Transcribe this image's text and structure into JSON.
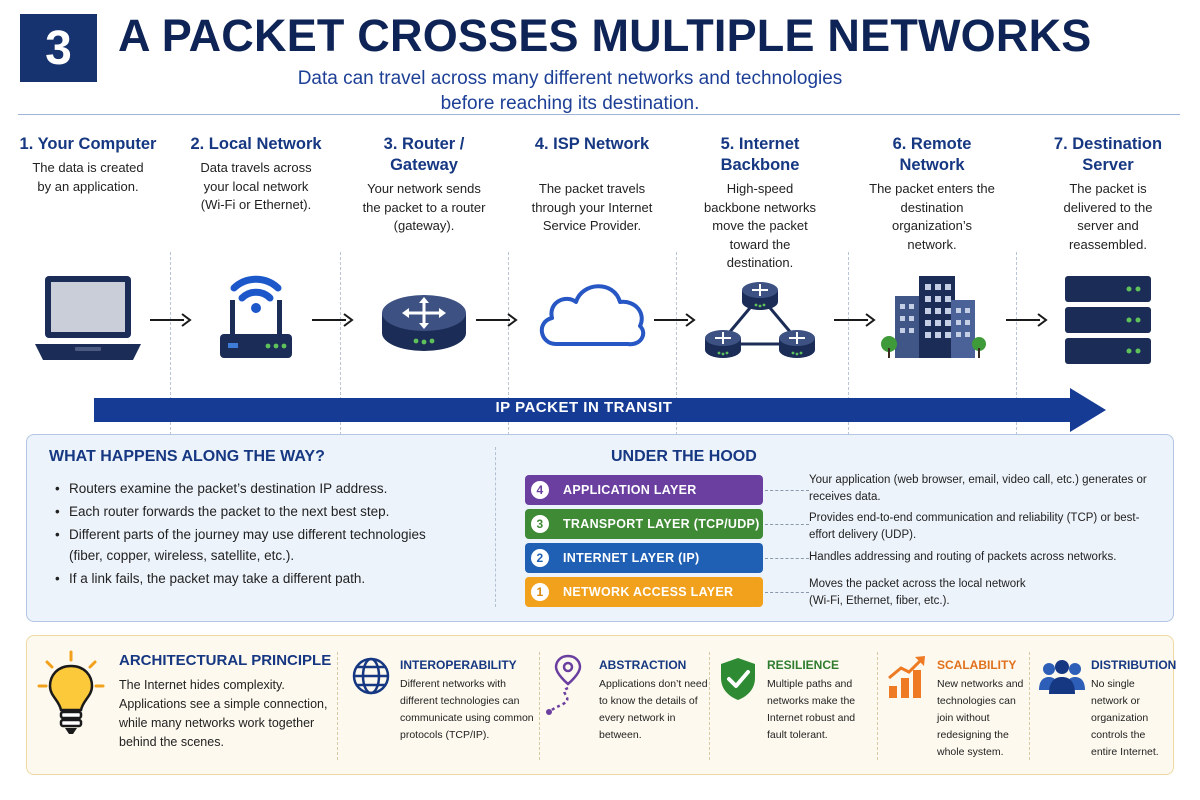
{
  "header": {
    "number": "3",
    "title": "A PACKET CROSSES MULTIPLE NETWORKS",
    "subtitle_line1": "Data can travel across many different networks and technologies",
    "subtitle_line2": "before reaching its destination."
  },
  "steps": [
    {
      "title": "1. Your Computer",
      "desc": "The data is created by an application.",
      "icon": "laptop-icon"
    },
    {
      "title": "2. Local Network",
      "desc": "Data travels across your local network (Wi-Fi or Ethernet).",
      "icon": "wifi-router-icon"
    },
    {
      "title": "3. Router / Gateway",
      "desc": "Your network sends the packet to a router (gateway).",
      "icon": "router-icon"
    },
    {
      "title": "4. ISP Network",
      "desc": "The packet travels through your Internet Service Provider.",
      "icon": "cloud-icon"
    },
    {
      "title": "5. Internet Backbone",
      "desc": "High-speed backbone networks move the packet toward the destination.",
      "icon": "backbone-routers-icon"
    },
    {
      "title": "6. Remote Network",
      "desc": "The packet enters the destination organization’s network.",
      "icon": "buildings-icon"
    },
    {
      "title": "7. Destination Server",
      "desc": "The packet is delivered to the server and reassembled.",
      "icon": "server-icon"
    }
  ],
  "transit_label": "IP PACKET IN TRANSIT",
  "along_the_way": {
    "heading": "WHAT HAPPENS ALONG THE WAY?",
    "bullets": [
      "Routers examine the packet’s destination IP address.",
      "Each router forwards the packet to the next best step.",
      "Different parts of the journey may use different technologies (fiber, copper, wireless, satellite, etc.).",
      "If a link fails, the packet may take a different path."
    ]
  },
  "under_the_hood": {
    "heading": "UNDER THE HOOD",
    "layers": [
      {
        "num": "4",
        "name": "APPLICATION LAYER",
        "color": "#6b3fa0",
        "desc": "Your application (web browser, email, video call, etc.) generates or receives data."
      },
      {
        "num": "3",
        "name": "TRANSPORT LAYER (TCP/UDP)",
        "color": "#3f8a34",
        "desc": "Provides end-to-end communication and reliability (TCP) or best-effort delivery (UDP)."
      },
      {
        "num": "2",
        "name": "INTERNET LAYER (IP)",
        "color": "#1f5fb4",
        "desc": "Handles addressing and routing of packets across networks."
      },
      {
        "num": "1",
        "name": "NETWORK ACCESS LAYER",
        "color": "#f2a11c",
        "desc": "Moves the packet across the local network (Wi-Fi, Ethernet, fiber, etc.)."
      }
    ]
  },
  "principle": {
    "heading": "ARCHITECTURAL PRINCIPLE",
    "desc": "The Internet hides complexity. Applications see a simple connection, while many networks work together behind the scenes.",
    "icon": "lightbulb-icon"
  },
  "features": [
    {
      "title": "INTEROPERABILITY",
      "color": "#163781",
      "icon": "globe-icon",
      "desc": "Different networks with different technologies can communicate using common protocols (TCP/IP)."
    },
    {
      "title": "ABSTRACTION",
      "color": "#163781",
      "icon": "path-icon",
      "desc": "Applications don’t need to know the details of every network in between."
    },
    {
      "title": "RESILIENCE",
      "color": "#2e7d2e",
      "icon": "shield-check-icon",
      "desc": "Multiple paths and networks make the Internet robust and fault tolerant."
    },
    {
      "title": "SCALABILITY",
      "color": "#e0701c",
      "icon": "growth-chart-icon",
      "desc": "New networks and technologies can join without redesigning the whole system."
    },
    {
      "title": "DISTRIBUTION",
      "color": "#163781",
      "icon": "people-icon",
      "desc": "No single network or organization controls the entire Internet."
    }
  ]
}
